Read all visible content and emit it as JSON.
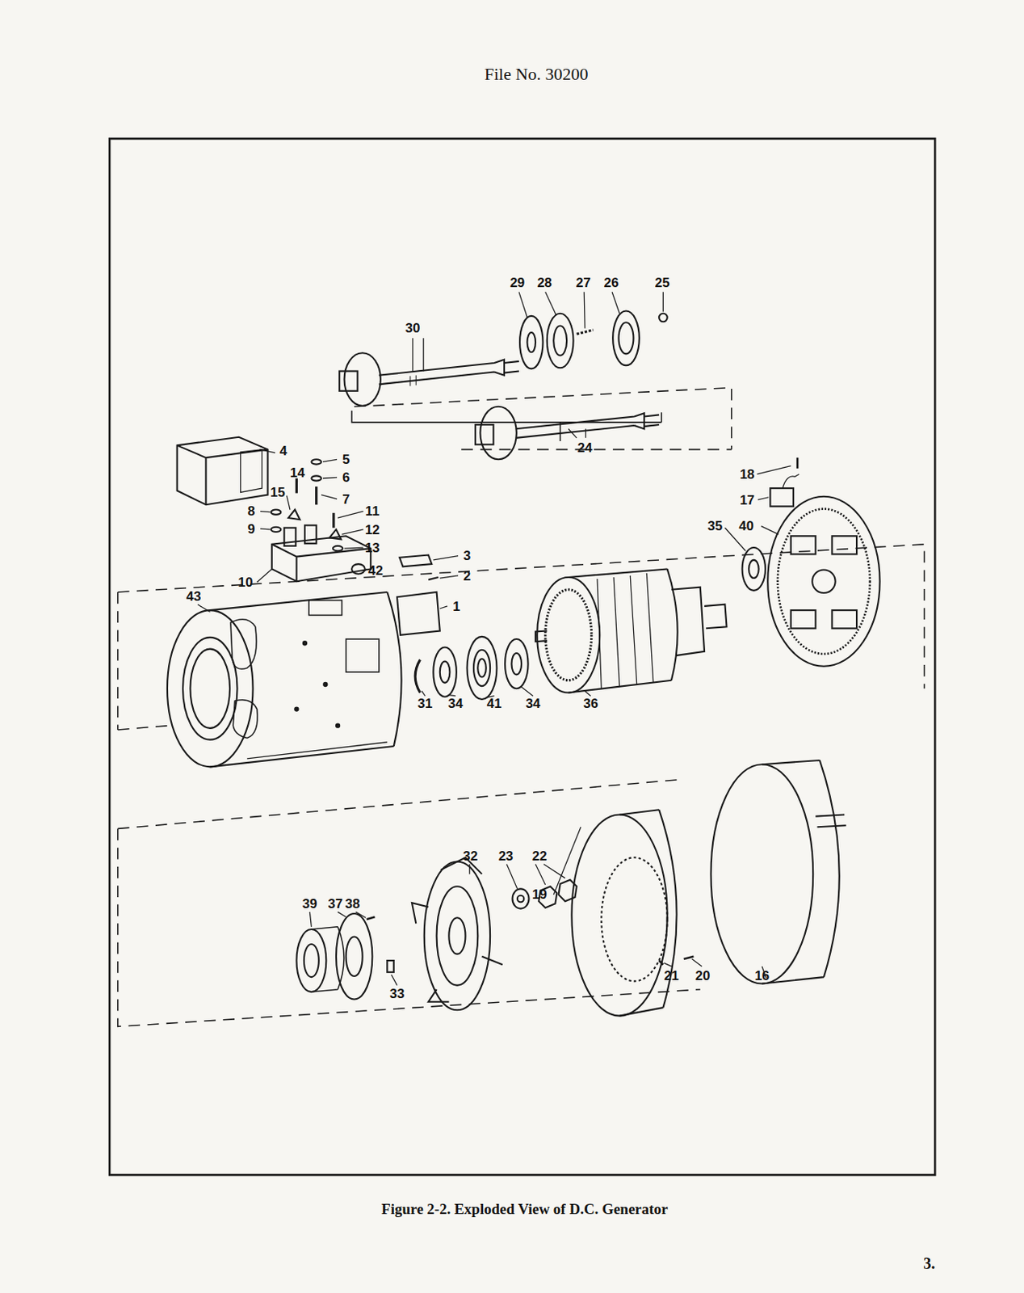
{
  "diagram": {
    "caption": "Figure 2-2. Exploded View of D.C. Generator",
    "labels": [
      "File No. 30200",
      "29",
      "28",
      "27",
      "26",
      "25",
      "30",
      "24",
      "4",
      "5",
      "14",
      "6",
      "15",
      "7",
      "8",
      "11",
      "9",
      "12",
      "13",
      "3",
      "2",
      "42",
      "10",
      "1",
      "43",
      "18",
      "17",
      "35",
      "40",
      "31",
      "34",
      "41",
      "34",
      "36",
      "32",
      "23",
      "22",
      "19",
      "39",
      "37",
      "38",
      "33",
      "21",
      "20",
      "16",
      "3."
    ]
  }
}
